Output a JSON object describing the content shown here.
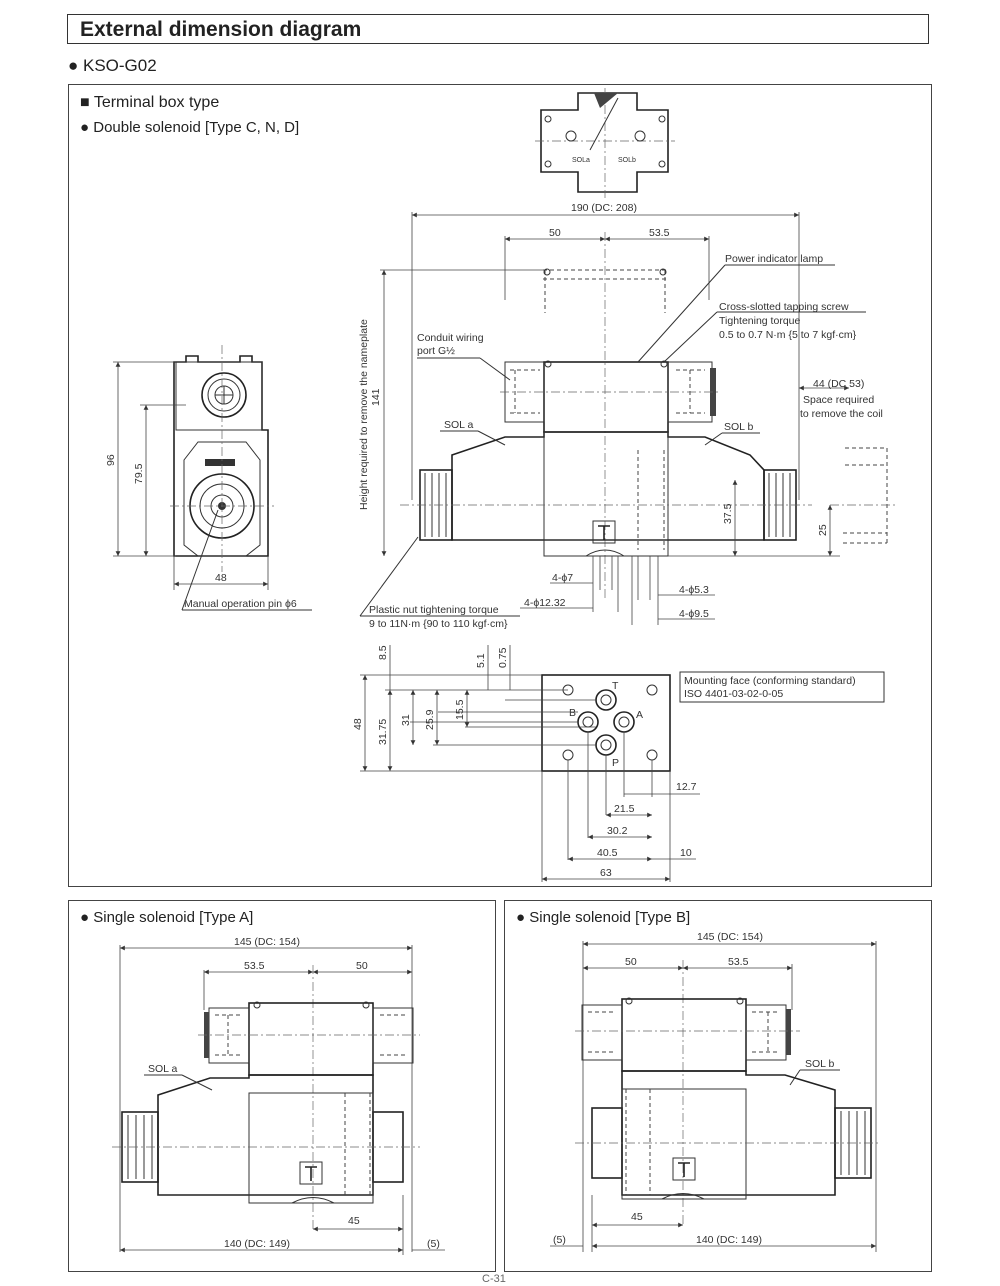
{
  "section_title": "External dimension diagram",
  "model": "KSO-G02",
  "main_panel": {
    "title": "Terminal box type",
    "subtitle": "Double solenoid [Type C, N, D]",
    "top_view_labels": {
      "sol_a": "SOLa",
      "sol_b": "SOLb"
    },
    "labels": {
      "power_lamp": "Power indicator lamp",
      "screw_1": "Cross-slotted tapping screw",
      "screw_2": "Tightening torque",
      "screw_3": "0.5 to 0.7 N·m {5 to 7 kgf·cm}",
      "conduit_1": "Conduit wiring",
      "conduit_2": "port G½",
      "space_1": "Space required",
      "space_2": "to remove the coil",
      "sol_a": "SOL a",
      "sol_b": "SOL b",
      "height_label": "Height required to remove the nameplate",
      "manual_pin": "Manual operation pin ϕ6",
      "plastic_nut_1": "Plastic nut tightening torque",
      "plastic_nut_2": "9 to 11N·m {90 to 110 kgf·cm}",
      "mounting_1": "Mounting face (conforming standard)",
      "mounting_2": "ISO 4401-03-02-0-05",
      "port_t": "T",
      "port_a": "A",
      "port_b": "B",
      "port_p": "P"
    },
    "dims": {
      "overall": "190 (DC: 208)",
      "left_50": "50",
      "right_53_5": "53.5",
      "h141": "141",
      "space44": "44 (DC 53)",
      "d37_5": "37.5",
      "d25": "25",
      "d96": "96",
      "d79_5": "79.5",
      "d48_w": "48",
      "phi7": "4-ϕ7",
      "phi12": "4-ϕ12.32",
      "phi5": "4-ϕ5.3",
      "phi9": "4-ϕ9.5",
      "d8_5": "8.5",
      "d5_1": "5.1",
      "d0_75": "0.75",
      "d48_h": "48",
      "d31_75": "31.75",
      "d31": "31",
      "d25_9": "25.9",
      "d15_5": "15.5",
      "d12_7": "12.7",
      "d21_5": "21.5",
      "d30_2": "30.2",
      "d40_5": "40.5",
      "d10": "10",
      "d63": "63"
    }
  },
  "panel_a": {
    "title": "Single solenoid [Type A]",
    "dims": {
      "overall": "145 (DC: 154)",
      "left": "53.5",
      "right": "50",
      "d45": "45",
      "bottom": "140 (DC: 149)",
      "d5": "(5)"
    },
    "sol": "SOL a"
  },
  "panel_b": {
    "title": "Single solenoid [Type B]",
    "dims": {
      "overall": "145 (DC: 154)",
      "left": "50",
      "right": "53.5",
      "d45": "45",
      "bottom": "140 (DC: 149)",
      "d5": "(5)"
    },
    "sol": "SOL b"
  },
  "page_number": "C-31"
}
